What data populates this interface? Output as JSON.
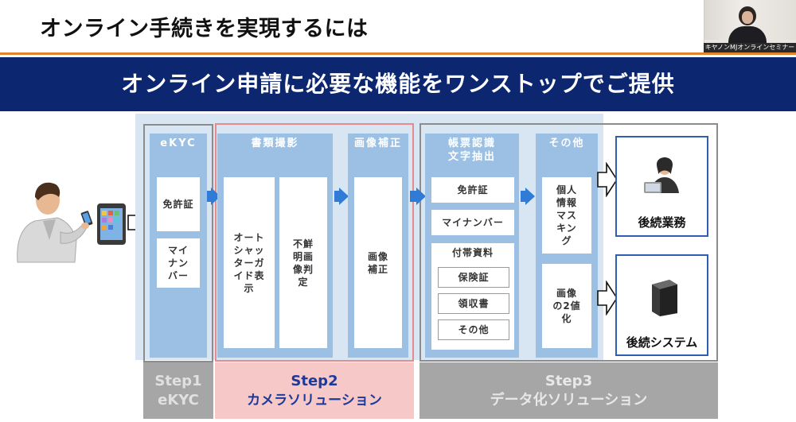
{
  "header": {
    "title": "オンライン手続きを実現するには",
    "video_label": "キヤノンMJオンラインセミナー",
    "banner": "オンライン申請に必要な機能をワンストップでご提供"
  },
  "step1": {
    "column_title": "eKYC",
    "cards": [
      "免許証",
      "マイナンバー"
    ],
    "footer": [
      "Step1",
      "eKYC"
    ]
  },
  "step2": {
    "capture_title": "書類撮影",
    "capture_cards": [
      "オートシャッターガイド表示",
      "不鮮明画像判定"
    ],
    "correct_title": "画像補正",
    "correct_card": "画像補正",
    "footer": [
      "Step2",
      "カメラソリューション"
    ]
  },
  "step3": {
    "ocr_title": "帳票認識文字抽出",
    "ocr_cards": [
      "免許証",
      "マイナンバー"
    ],
    "attach_title": "付帯資料",
    "attach_items": [
      "保険証",
      "領収書",
      "その他"
    ],
    "other_title": "その他",
    "other_cards": [
      "個人情報マスキング",
      "画像の2値化"
    ],
    "footer": [
      "Step3",
      "データ化ソリューション"
    ]
  },
  "outputs": [
    {
      "label": "後続業務",
      "icon": "operator-icon"
    },
    {
      "label": "後続システム",
      "icon": "server-icon"
    }
  ],
  "colors": {
    "banner": "#0c2670",
    "accent_orange": "#e0842d",
    "panel": "#d8e6f3",
    "column": "#9cc0e4",
    "arrow": "#2f7bd5",
    "step2_footer": "#f7c8c8",
    "step2_text": "#1d3a99",
    "output_border": "#2f5fb3"
  }
}
